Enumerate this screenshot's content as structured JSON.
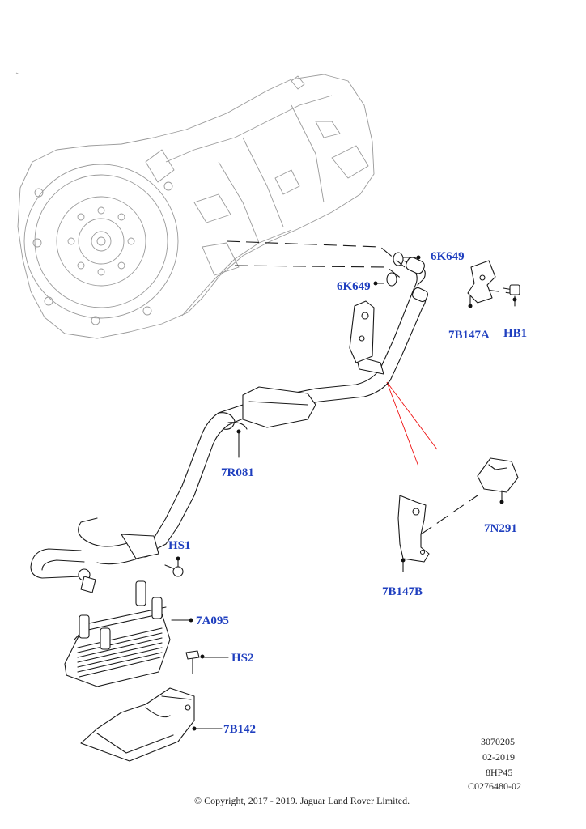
{
  "callouts": {
    "c6K649a": "6K649",
    "c6K649b": "6K649",
    "c7B147A": "7B147A",
    "cHB1": "HB1",
    "c7R081": "7R081",
    "c7N291": "7N291",
    "cHS1": "HS1",
    "c7B147B": "7B147B",
    "c7A095": "7A095",
    "cHS2": "HS2",
    "c7B142": "7B142"
  },
  "reference_block": {
    "line1": "3070205",
    "line2": "02-2019",
    "line3": "8HP45",
    "line4": "C0276480-02"
  },
  "copyright": "© Copyright, 2017 - 2019. Jaguar Land Rover Limited.",
  "colors": {
    "callout": "#1f3fbf",
    "leader_red": "#ee1111",
    "line": "#1a1a1a",
    "ghost": "#9a9a9a"
  }
}
